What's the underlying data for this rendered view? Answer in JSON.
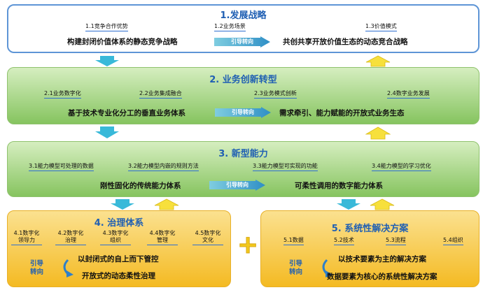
{
  "p1": {
    "title": "1.发展战略",
    "subs": [
      "1.1竞争合作优势",
      "1.2业务场景",
      "1.3价值模式"
    ],
    "left": "构建封闭价值体系的静态竞争战略",
    "arrow": "引导转向",
    "right": "共创共享开放价值生态的动态竞合战略"
  },
  "p2": {
    "title": "2. 业务创新转型",
    "subs": [
      "2.1业务数字化",
      "2.2业务集成融合",
      "2.3业务模式创新",
      "2.4数字业务发展"
    ],
    "left": "基于技术专业化分工的垂直业务体系",
    "arrow": "引导转向",
    "right": "需求牵引、能力赋能的开放式业务生态"
  },
  "p3": {
    "title": "3. 新型能力",
    "subs": [
      "3.1能力模型可处理的数据",
      "3.2能力模型内嵌的规则方法",
      "3.3能力模型可实现的功能",
      "3.4能力模型的学习优化"
    ],
    "left": "刚性固化的传统能力体系",
    "arrow": "引导转向",
    "right": "可柔性调用的数字能力体系"
  },
  "p4": {
    "title": "4. 治理体系",
    "subs": [
      "4.1数字化\n领导力",
      "4.2数字化\n治理",
      "4.3数字化\n组织",
      "4.4数字化\n管理",
      "4.5数字化\n文化"
    ],
    "tag": "引导\n转向",
    "top": "以封闭式的自上而下管控",
    "bottom": "开放式的动态柔性治理"
  },
  "p5": {
    "title": "5. 系统性解决方案",
    "subs": [
      "5.1数据",
      "5.2技术",
      "5.3流程",
      "5.4组织"
    ],
    "tag": "引导\n转向",
    "top": "以技术要素为主的解决方案",
    "bottom": "数据要素为核心的系统性解决方案"
  },
  "plus": "+",
  "colors": {
    "blue_title": "#1f5fb3",
    "green_panel": "#8cc86a",
    "yellow_panel": "#f6c42e",
    "arrow_cyan": "#39b9d9",
    "arrow_yellow": "#f7e03c"
  }
}
